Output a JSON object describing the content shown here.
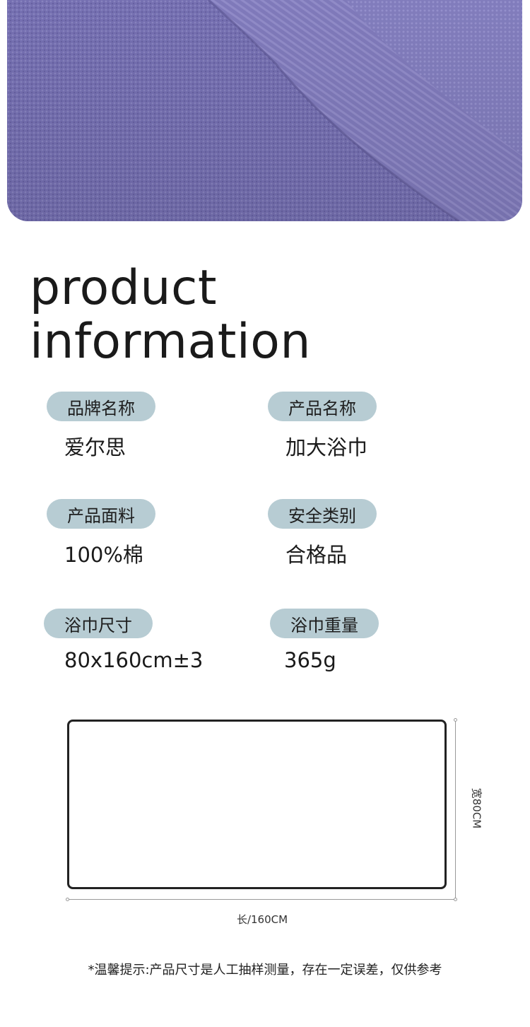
{
  "heading": {
    "line1": "product",
    "line2": "information"
  },
  "specs": [
    {
      "label": "品牌名称",
      "value": "爱尔思"
    },
    {
      "label": "产品名称",
      "value": "加大浴巾"
    },
    {
      "label": "产品面料",
      "value": "100%棉"
    },
    {
      "label": "安全类别",
      "value": "合格品"
    },
    {
      "label": "浴巾尺寸",
      "value": "80x160cm±3"
    },
    {
      "label": "浴巾重量",
      "value": "365g"
    }
  ],
  "diagram": {
    "width_label": "宽80CM",
    "length_label": "长/160CM"
  },
  "footnote": "*温馨提示:产品尺寸是人工抽样测量，存在一定误差，仅供参考",
  "colors": {
    "fabric": "#7a74b8",
    "pill": "#b7ccd3"
  }
}
